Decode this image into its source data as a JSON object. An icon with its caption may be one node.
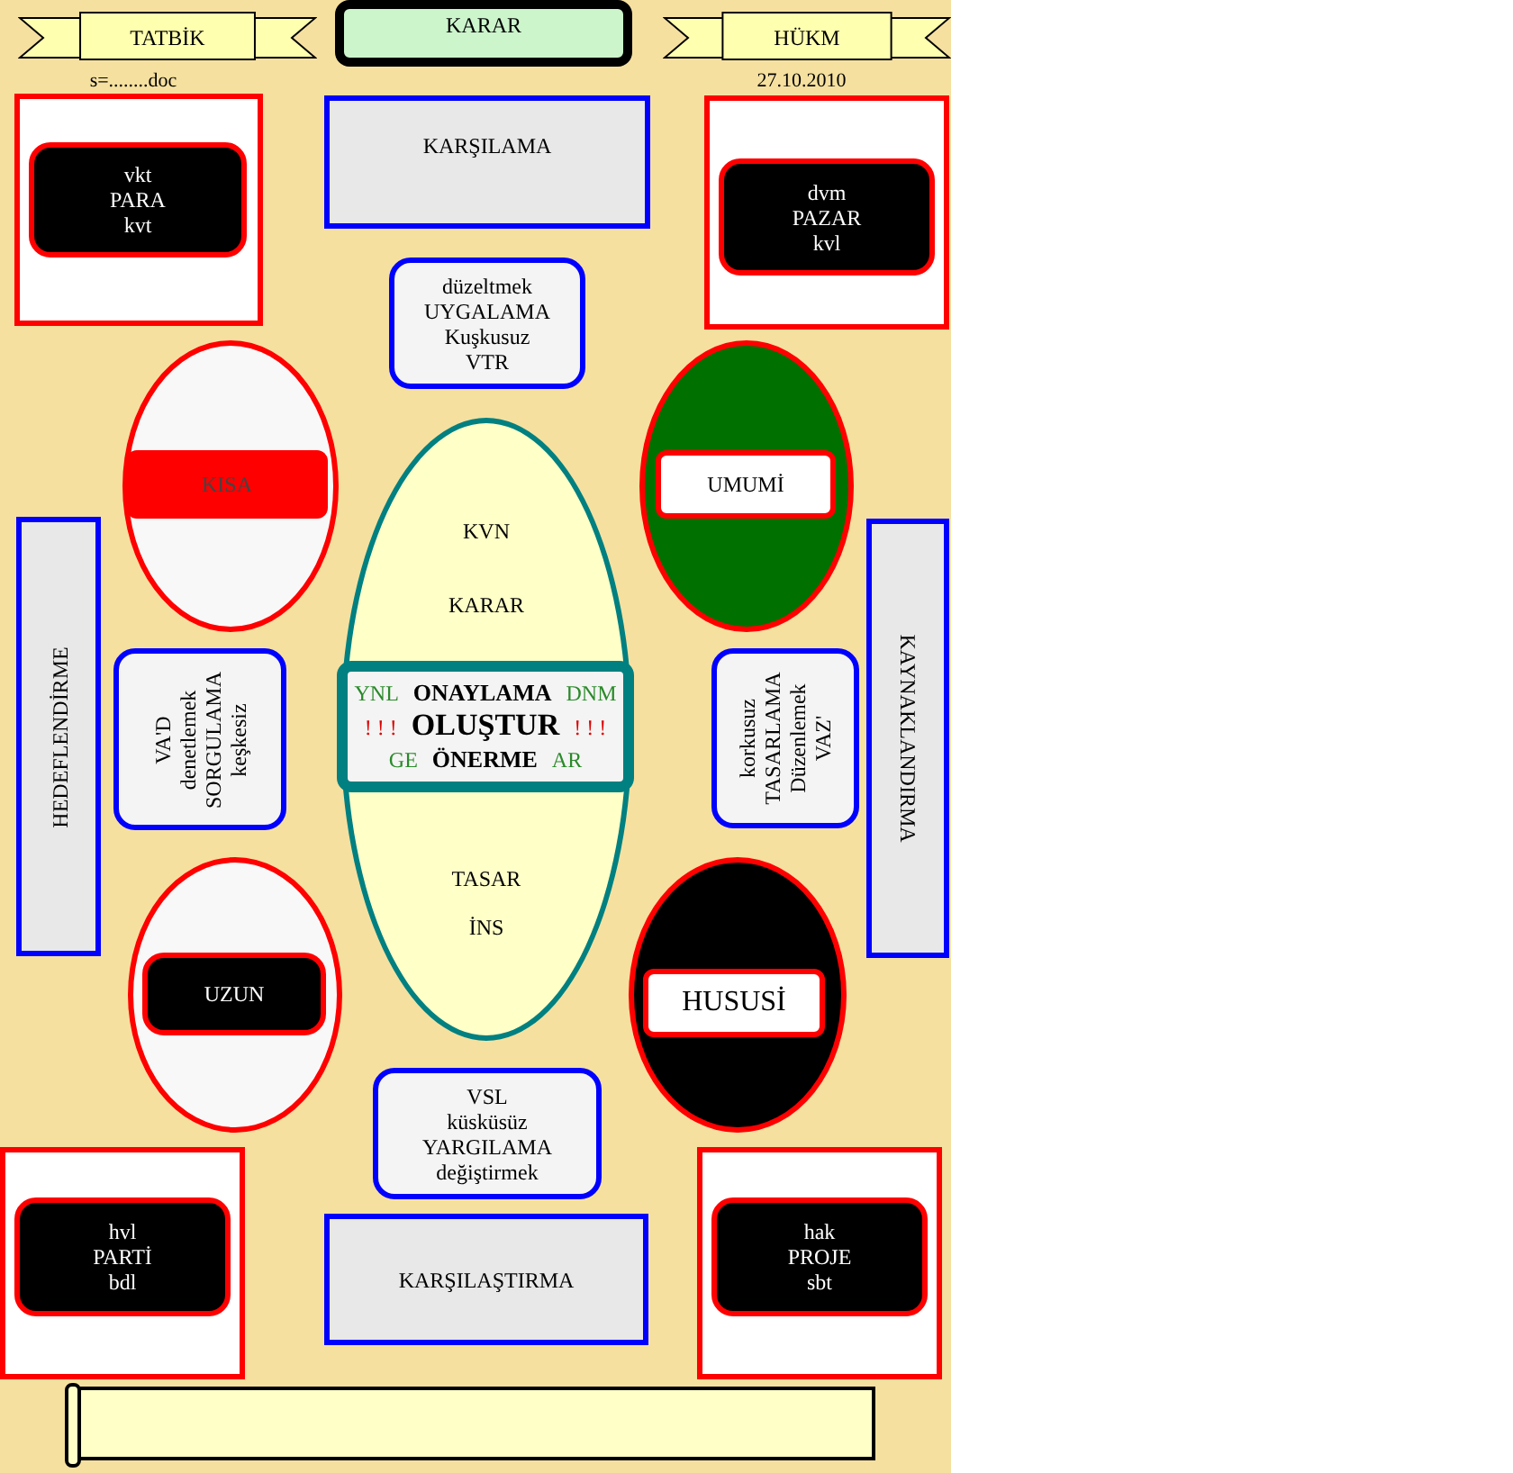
{
  "diagram": {
    "nodes": [
      {
        "text": [
          "TATBİK"
        ]
      },
      {
        "text": [
          "KARAR"
        ]
      },
      {
        "text": [
          "HÜKM"
        ]
      },
      {
        "text": [],
        "shape": "box"
      },
      {
        "text": [
          "vkt",
          "PARA",
          "kvt"
        ],
        "in": 3
      },
      {
        "text": [
          "KARŞILAMA"
        ]
      },
      {
        "text": [],
        "shape": "box"
      },
      {
        "text": [
          "dvm",
          "PAZAR",
          "kvl"
        ],
        "in": 6
      },
      {
        "text": [
          "düzeltmek",
          "UYGALAMA",
          "Kuşkusuz",
          "VTR"
        ]
      },
      {
        "text": [],
        "shape": "ellipse"
      },
      {
        "text": [
          "KISA"
        ],
        "in": 9
      },
      {
        "text": [],
        "shape": "ellipse"
      },
      {
        "text": [
          "UMUMİ"
        ],
        "in": 11
      },
      {
        "text": [
          "HEDEFLENDİRME"
        ]
      },
      {
        "text": [
          "KVN",
          "KARAR",
          "TASAR",
          "İNS"
        ]
      },
      {
        "text": [
          "YNL",
          "ONAYLAMA",
          "DNM",
          "! ! !",
          "OLUŞTUR",
          "! ! !",
          "GE",
          "ÖNERME",
          "AR"
        ],
        "in": 14
      },
      {
        "text": [
          "VA'D",
          "denetlemek",
          "SORGULAMA",
          "keşkesiz"
        ]
      },
      {
        "text": [
          "korkusuz",
          "TASARLAMA",
          "Düzenlemek",
          "VAZ'"
        ]
      },
      {
        "text": [
          "KAYNAKLANDIRMA"
        ]
      },
      {
        "text": [],
        "shape": "ellipse"
      },
      {
        "text": [
          "UZUN"
        ],
        "in": 19
      },
      {
        "text": [],
        "shape": "ellipse"
      },
      {
        "text": [
          "HUSUSİ"
        ],
        "in": 21
      },
      {
        "text": [
          "VSL",
          "küsküsüz",
          "YARGILAMA",
          "değiştirmek"
        ]
      },
      {
        "text": [],
        "shape": "box"
      },
      {
        "text": [
          "hvl",
          "PARTİ",
          "bdl"
        ],
        "in": 24
      },
      {
        "text": [
          "KARŞILAŞTIRMA"
        ]
      },
      {
        "text": [],
        "shape": "box"
      },
      {
        "text": [
          "hak",
          "PROJE",
          "sbt"
        ],
        "in": 27
      },
      {
        "text": [],
        "shape": "scroll"
      }
    ],
    "labels": [
      "s=........doc",
      "27.10.2010"
    ]
  }
}
